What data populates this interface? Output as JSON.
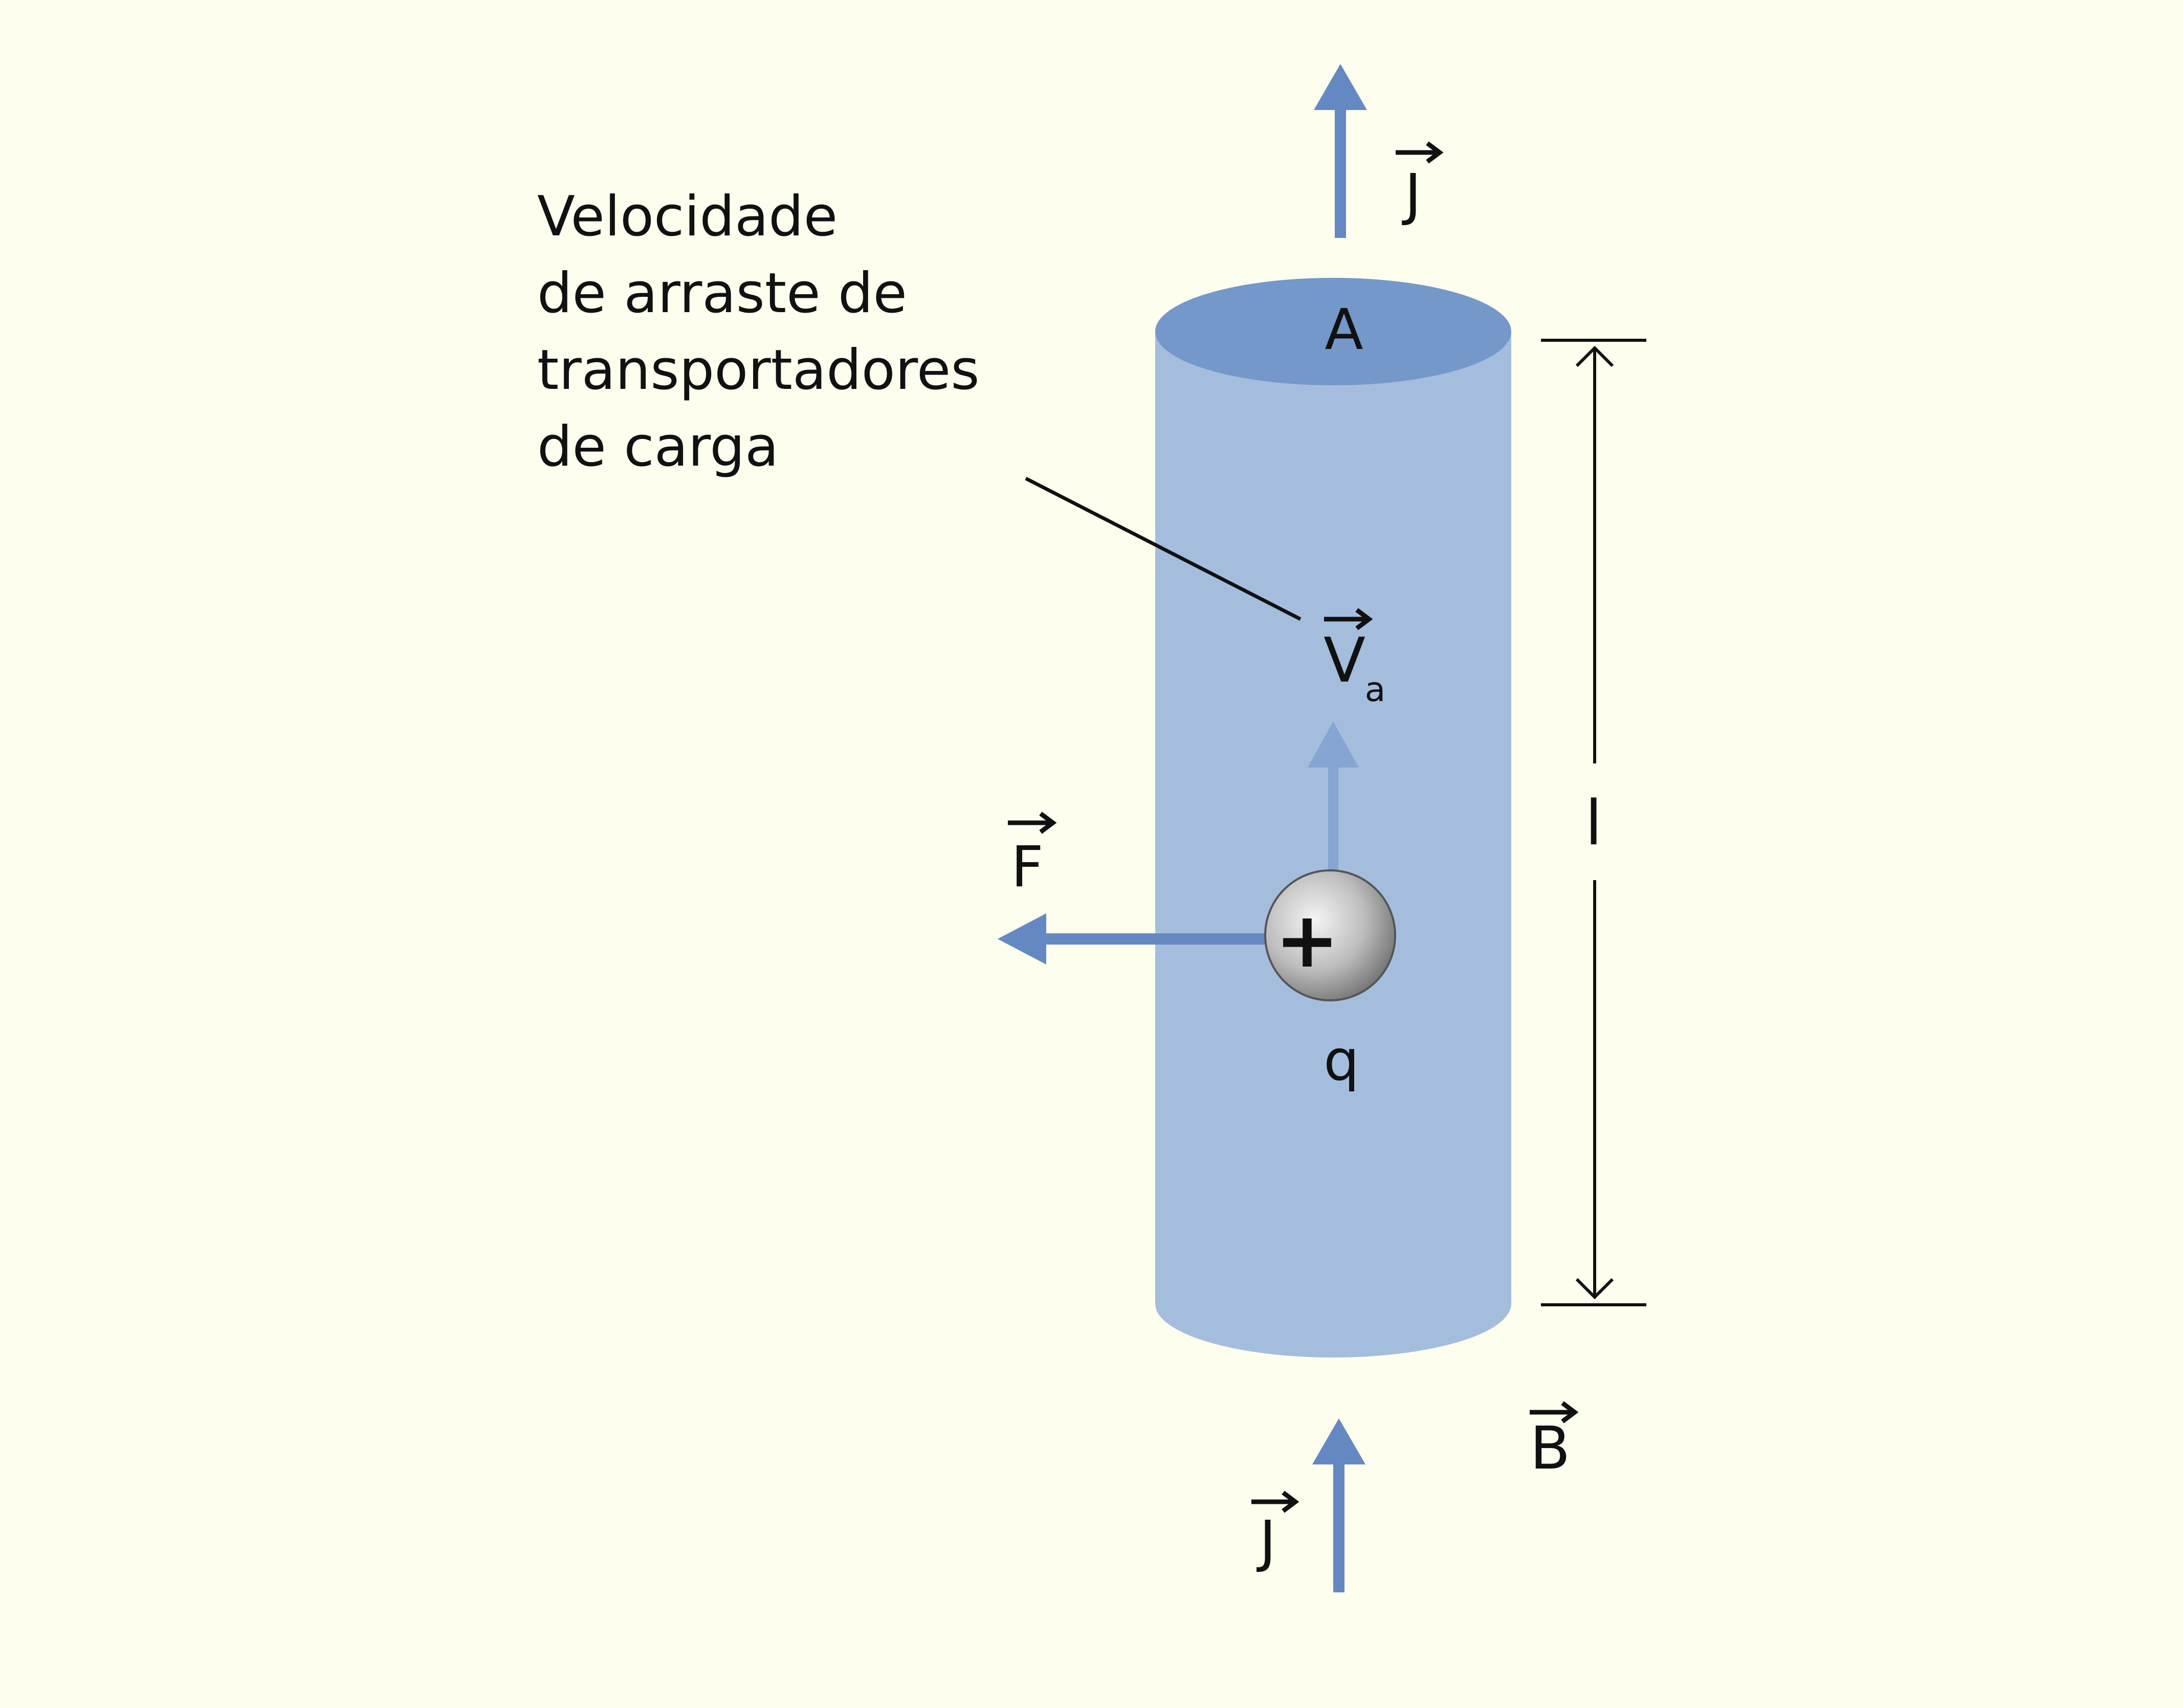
{
  "colors": {
    "background": "#FDFEEE",
    "cylinder_body": "#A5BDDD",
    "cylinder_top": "#7398C9",
    "arrow_blue": "#6489C2",
    "arrow_light": "#86A5D2",
    "ink": "#111111",
    "charge_dark": "#6E6E6E",
    "charge_light": "#F4F4F4"
  },
  "labels": {
    "caption_lines": [
      "Velocidade",
      "de arraste de",
      "transportadores",
      "de carga"
    ],
    "area": "A",
    "current_density_top": "J",
    "current_density_bottom": "J",
    "drift_velocity": "V",
    "drift_velocity_subscript": "a",
    "force": "F",
    "charge": "q",
    "charge_sign": "+",
    "length": "l",
    "magnetic_field": "B"
  },
  "icons": {
    "current_top": "arrow-up-icon",
    "current_bottom": "arrow-up-icon",
    "drift": "arrow-up-icon",
    "force": "arrow-left-icon",
    "charge": "positive-charge-icon",
    "length_dimension": "double-arrow-vertical-icon"
  }
}
